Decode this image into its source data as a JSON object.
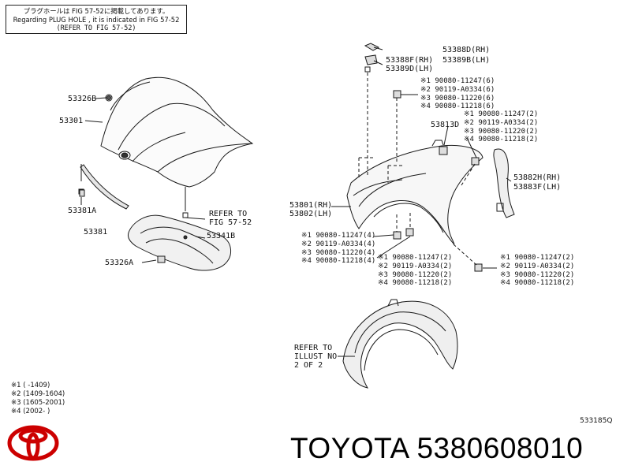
{
  "note": {
    "line1": "プラグホールは FIG 57-52に掲載してあります。",
    "line2": "Regarding PLUG HOLE , it is indicated in FIG 57-52",
    "line3": "(REFER TO FIG 57-52)"
  },
  "parts": {
    "p53326B": "53326B",
    "p53301": "53301",
    "p53381A": "53381A",
    "p53381": "53381",
    "p53341B": "53341B",
    "p53326A": "53326A",
    "refer_fig": [
      "REFER TO",
      "FIG 57-52"
    ],
    "p53388D": "53388D(RH)",
    "p53388F": "53388F(RH)",
    "p53389B": "53389B(LH)",
    "p53389D": "53389D(LH)",
    "p53813D": "53813D",
    "p53882H": "53882H(RH)",
    "p53883F": "53883F(LH)",
    "p53801": "53801(RH)",
    "p53802": "53802(LH)",
    "refer_illust": [
      "REFER TO",
      "ILLUST NO",
      "2 OF 2"
    ]
  },
  "bolt_groups": {
    "g_top6": [
      "※1 90080-11247(6)",
      "※2 90119-A0334(6)",
      "※3 90080-11220(6)",
      "※4 90080-11218(6)"
    ],
    "g_top2": [
      "※1 90080-11247(2)",
      "※2 90119-A0334(2)",
      "※3 90080-11220(2)",
      "※4 90080-11218(2)"
    ],
    "g_left4": [
      "※1 90080-11247(4)",
      "※2 90119-A0334(4)",
      "※3 90080-11220(4)",
      "※4 90080-11218(4)"
    ],
    "g_mid2": [
      "※1 90080-11247(2)",
      "※2 90119-A0334(2)",
      "※3 90080-11220(2)",
      "※4 90080-11218(2)"
    ],
    "g_right2": [
      "※1 90080-11247(2)",
      "※2 90119-A0334(2)",
      "※3 90080-11220(2)",
      "※4 90080-11218(2)"
    ]
  },
  "legend": [
    "※1 (      -1409)",
    "※2 (1409-1604)",
    "※3 (1605-2001)",
    "※4 (2002-      )"
  ],
  "image_code": "533185Q",
  "brand_text": "TOYOTA 5380608010",
  "colors": {
    "line": "#1a1a1a",
    "logo": "#cc0000"
  }
}
